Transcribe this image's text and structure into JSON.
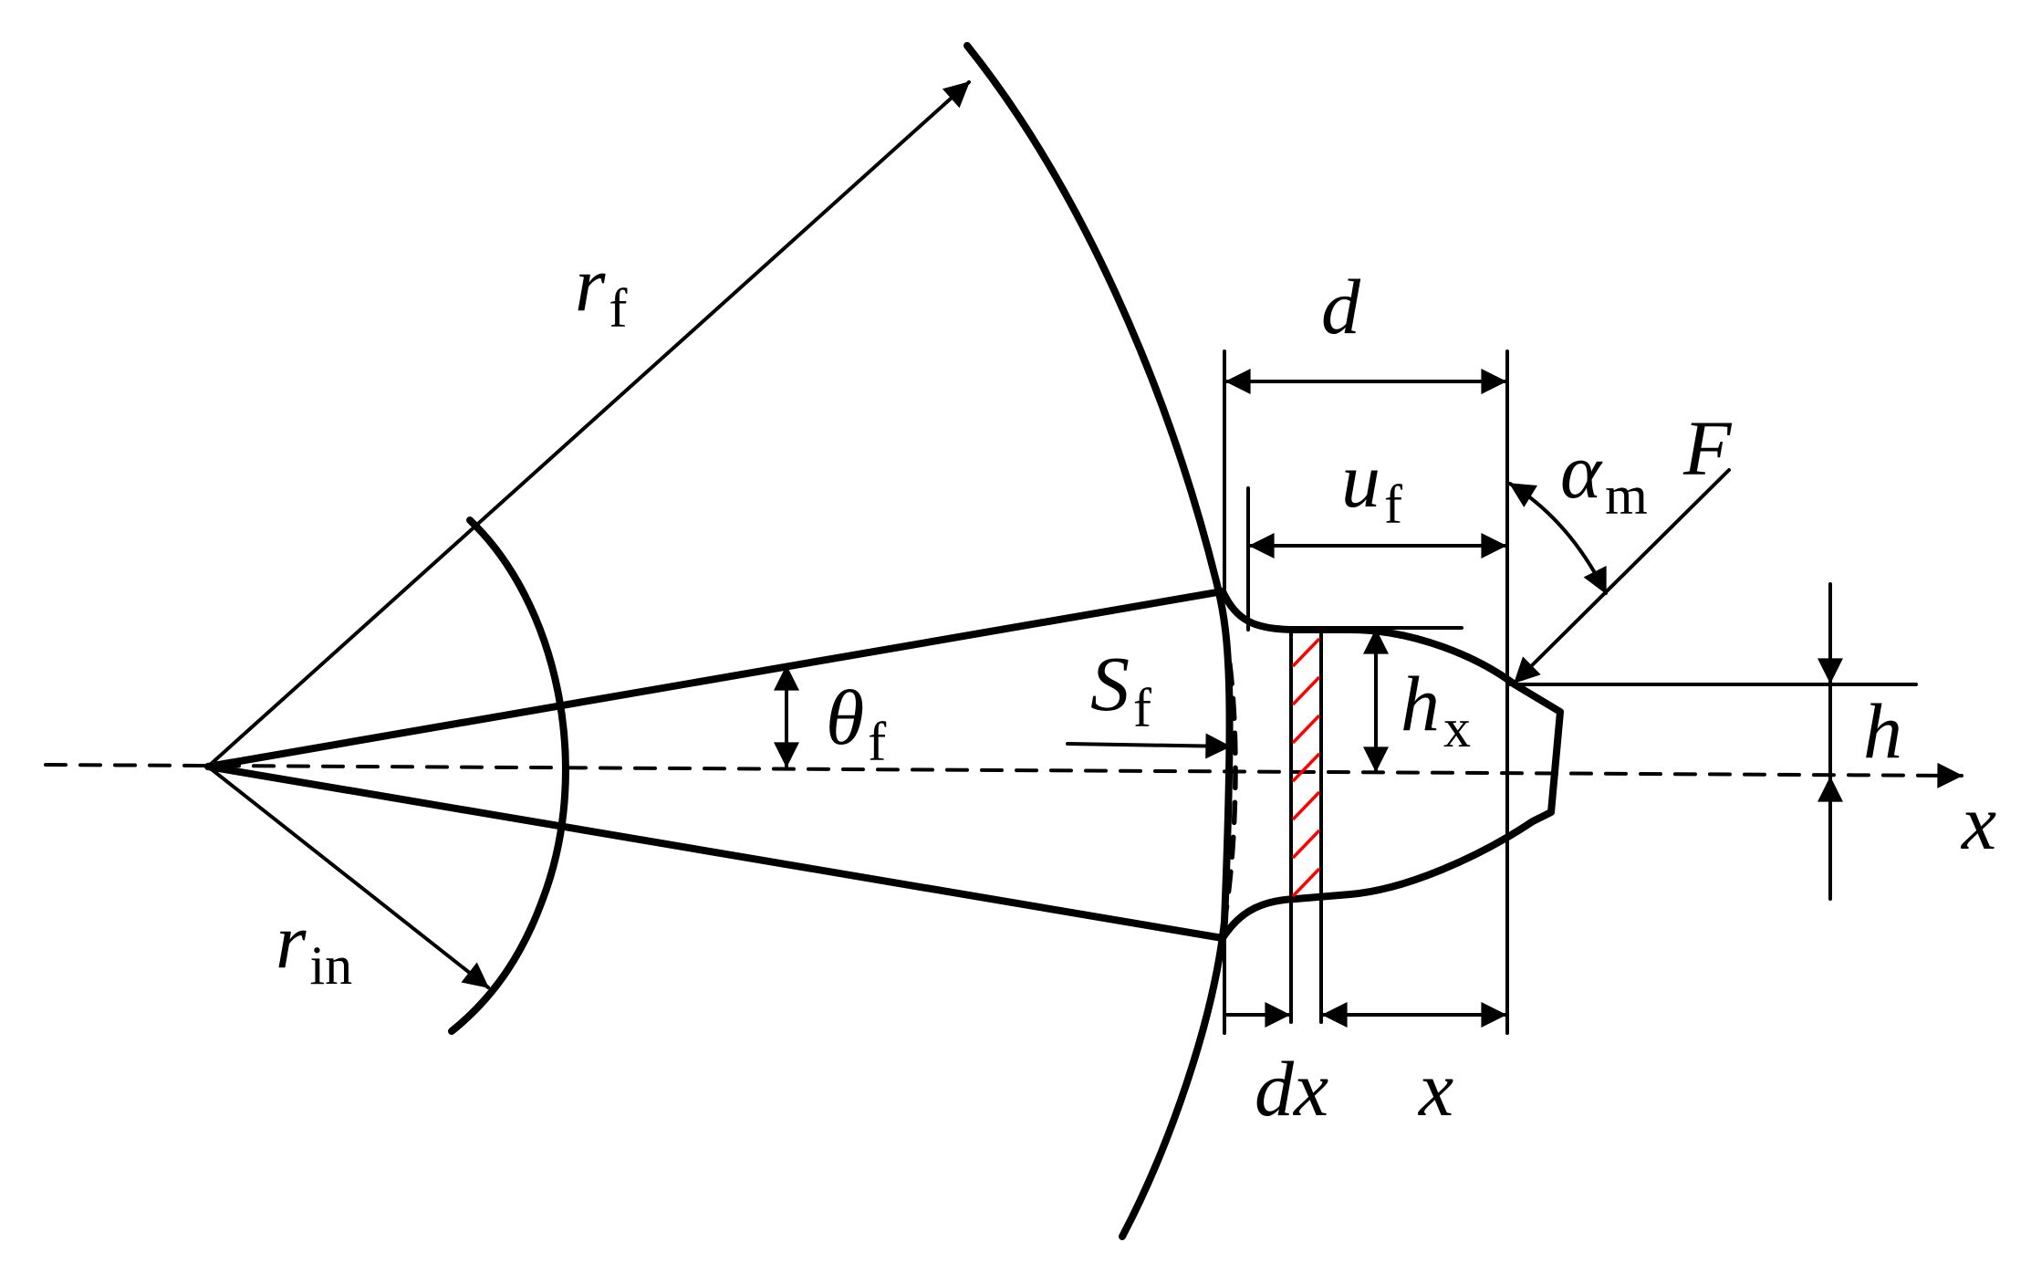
{
  "colors": {
    "line": "#000000",
    "hatch": "#ff0000",
    "background": "#ffffff"
  },
  "labels": {
    "r_f": {
      "main": "r",
      "sub": "f"
    },
    "r_in": {
      "main": "r",
      "sub": "in"
    },
    "theta_f": {
      "main": "θ",
      "sub": "f"
    },
    "S_f": {
      "main": "S",
      "sub": "f"
    },
    "d": {
      "main": "d"
    },
    "u_f": {
      "main": "u",
      "sub": "f"
    },
    "alpha_m": {
      "main": "α",
      "sub": "m"
    },
    "F": {
      "main": "F"
    },
    "h_x": {
      "main": "h",
      "sub": "x"
    },
    "h": {
      "main": "h"
    },
    "x_axis": {
      "main": "x"
    },
    "dx": {
      "main": "dx"
    },
    "x_dim": {
      "main": "x"
    }
  }
}
